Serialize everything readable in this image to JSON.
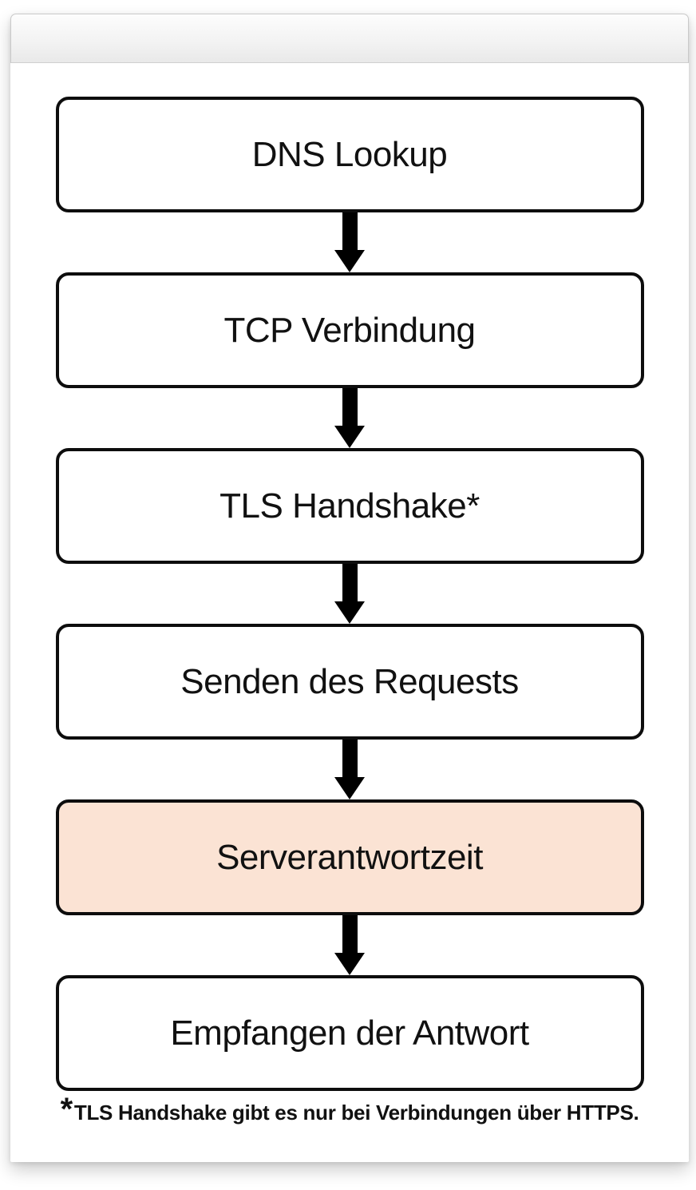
{
  "flow": {
    "steps": [
      {
        "label": "DNS Lookup",
        "highlighted": false
      },
      {
        "label": "TCP Verbindung",
        "highlighted": false
      },
      {
        "label": "TLS Handshake*",
        "highlighted": false
      },
      {
        "label": "Senden des Requests",
        "highlighted": false
      },
      {
        "label": "Serverantwortzeit",
        "highlighted": true
      },
      {
        "label": "Empfangen der Antwort",
        "highlighted": false
      }
    ],
    "highlight_color": "#fbe3d4",
    "box_border_color": "#0d0d0d",
    "arrow_color": "#000000"
  },
  "footnote": {
    "marker": "*",
    "text": "TLS Handshake gibt es nur bei Verbindungen über HTTPS."
  }
}
